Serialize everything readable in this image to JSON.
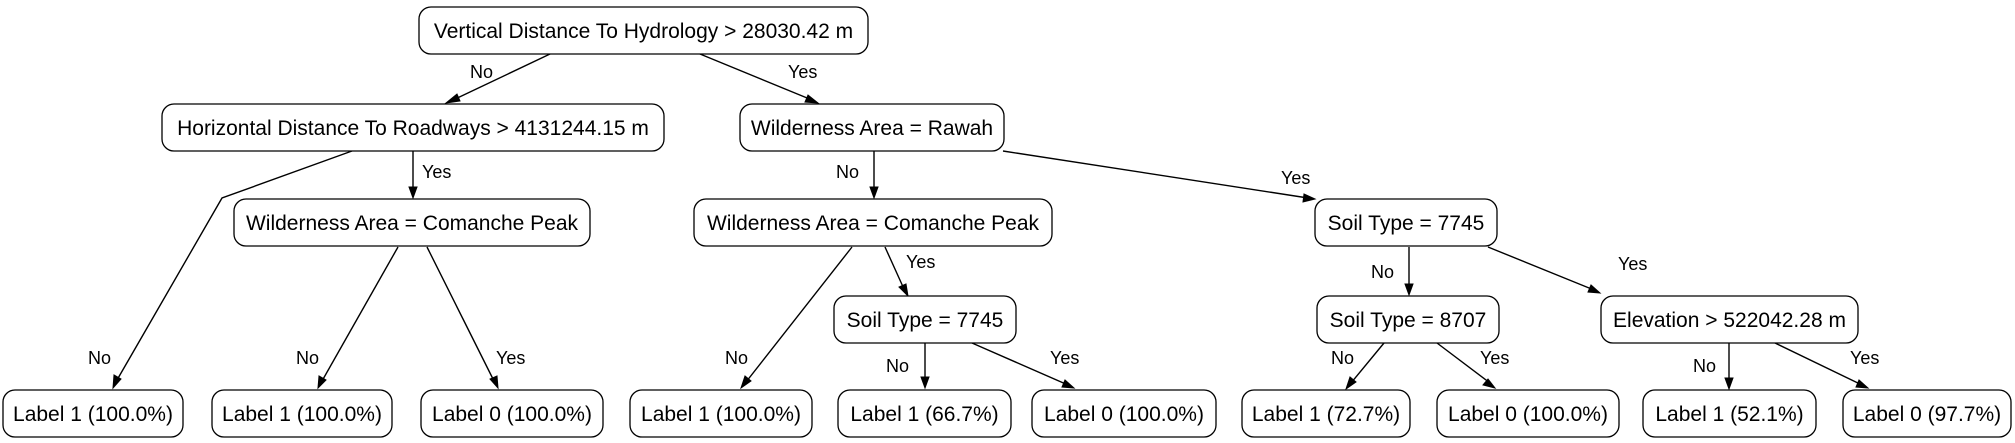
{
  "nodes": {
    "n0": "Vertical Distance To Hydrology > 28030.42 m",
    "n1": "Horizontal Distance To Roadways > 4131244.15 m",
    "n2": "Wilderness Area = Rawah",
    "n3": "Wilderness Area = Comanche Peak",
    "n4": "Wilderness Area = Comanche Peak",
    "n5": "Soil Type = 7745",
    "n6": "Soil Type = 7745",
    "n7": "Soil Type = 8707",
    "n8": "Elevation > 522042.28 m",
    "l1": "Label 1 (100.0%)",
    "l2": "Label 1 (100.0%)",
    "l3": "Label 0 (100.0%)",
    "l4": "Label 1 (100.0%)",
    "l5": "Label 1 (66.7%)",
    "l6": "Label 0 (100.0%)",
    "l7": "Label 1 (72.7%)",
    "l8": "Label 0 (100.0%)",
    "l9": "Label 1 (52.1%)",
    "l10": "Label 0 (97.7%)"
  },
  "edges": [
    {
      "from": "n0",
      "to": "n1",
      "label": "No"
    },
    {
      "from": "n0",
      "to": "n2",
      "label": "Yes"
    },
    {
      "from": "n1",
      "to": "l1",
      "label": "No"
    },
    {
      "from": "n1",
      "to": "n3",
      "label": "Yes"
    },
    {
      "from": "n3",
      "to": "l2",
      "label": "No"
    },
    {
      "from": "n3",
      "to": "l3",
      "label": "Yes"
    },
    {
      "from": "n2",
      "to": "n4",
      "label": "No"
    },
    {
      "from": "n2",
      "to": "n5",
      "label": "Yes"
    },
    {
      "from": "n4",
      "to": "l4",
      "label": "No"
    },
    {
      "from": "n4",
      "to": "n6",
      "label": "Yes"
    },
    {
      "from": "n6",
      "to": "l5",
      "label": "No"
    },
    {
      "from": "n6",
      "to": "l6",
      "label": "Yes"
    },
    {
      "from": "n5",
      "to": "n7",
      "label": "No"
    },
    {
      "from": "n5",
      "to": "n8",
      "label": "Yes"
    },
    {
      "from": "n7",
      "to": "l7",
      "label": "No"
    },
    {
      "from": "n7",
      "to": "l8",
      "label": "Yes"
    },
    {
      "from": "n8",
      "to": "l9",
      "label": "No"
    },
    {
      "from": "n8",
      "to": "l10",
      "label": "Yes"
    }
  ]
}
